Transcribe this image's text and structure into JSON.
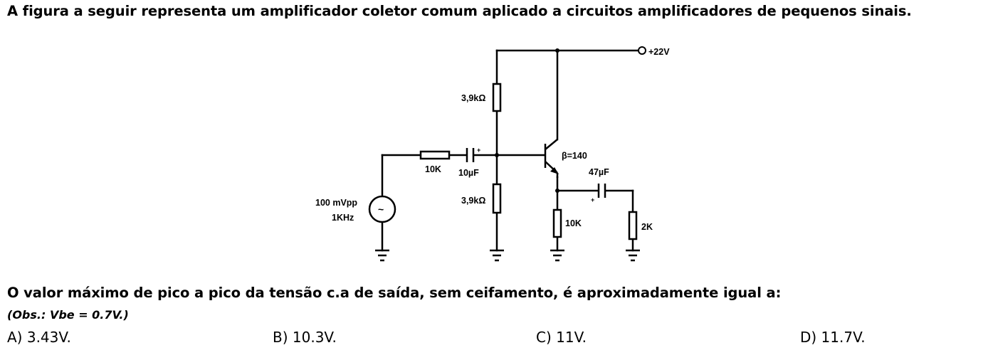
{
  "question": {
    "title": "A figura a seguir representa um amplificador coletor comum aplicado a circuitos amplificadores de pequenos sinais.",
    "prompt": "O valor máximo de pico a pico da tensão c.a de saída, sem ceifamento, é aproximadamente igual a:",
    "note": "(Obs.: Vbe = 0.7V.)"
  },
  "circuit": {
    "supply": "+22V",
    "r_top": "3,9kΩ",
    "r_bottom": "3,9kΩ",
    "r_source": "10K",
    "c_in": "10µF",
    "beta": "β=140",
    "c_out": "47µF",
    "r_emitter": "10K",
    "r_load": "2K",
    "source_amplitude": "100 mVpp",
    "source_freq": "1KHz",
    "plus_sign_in": "+",
    "plus_sign_out": "+",
    "ac_symbol": "~"
  },
  "options": [
    {
      "label": "A) 3.43V."
    },
    {
      "label": "B) 10.3V."
    },
    {
      "label": "C) 11V."
    },
    {
      "label": "D) 11.7V."
    }
  ]
}
